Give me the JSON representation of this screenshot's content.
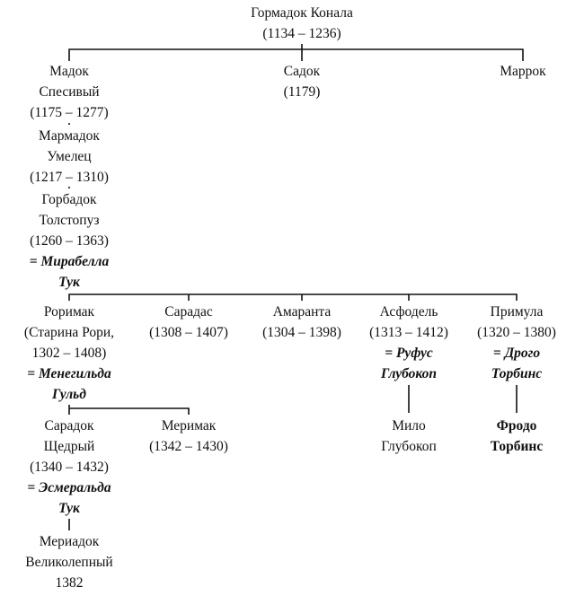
{
  "tree": {
    "root": {
      "name": "Гормадок Конала",
      "dates": "(1134 – 1236)"
    },
    "gen1": [
      {
        "lines": [
          "Мадок",
          "Спесивый",
          "(1175 – 1277)"
        ]
      },
      {
        "lines": [
          "Садок",
          "(1179)"
        ]
      },
      {
        "lines": [
          "Маррок"
        ]
      }
    ],
    "marmadok": {
      "lines": [
        "Мармадок",
        "Умелец",
        "(1217 – 1310)"
      ]
    },
    "gorbadok": {
      "lines": [
        "Горбадок",
        "Толстопуз",
        "(1260 – 1363)"
      ],
      "spouse": [
        "= Мирабелла",
        "Тук"
      ]
    },
    "gen4": [
      {
        "lines": [
          "Роримак",
          "(Старина Рори,",
          "1302 – 1408)"
        ],
        "spouse": [
          "= Менегильда",
          "Гульд"
        ]
      },
      {
        "lines": [
          "Сарадас",
          "(1308 – 1407)"
        ],
        "spouse": []
      },
      {
        "lines": [
          "Амаранта",
          "(1304 – 1398)"
        ],
        "spouse": []
      },
      {
        "lines": [
          "Асфодель",
          "(1313 – 1412)"
        ],
        "spouse": [
          "= Руфус",
          "Глубокоп"
        ]
      },
      {
        "lines": [
          "Примула",
          "(1320 – 1380)"
        ],
        "spouse": [
          "= Дрого",
          "Торбинс"
        ]
      }
    ],
    "gen5": [
      {
        "lines": [
          "Сарадок",
          "Щедрый",
          "(1340 – 1432)"
        ],
        "spouse": [
          "= Эсмеральда",
          "Тук"
        ]
      },
      {
        "lines": [
          "Меримак",
          "(1342 – 1430)"
        ],
        "spouse": []
      },
      {
        "lines": [
          "Мило",
          "Глубокоп"
        ],
        "spouse": []
      },
      {
        "lines": [
          "Фродо",
          "Торбинс"
        ],
        "spouse": []
      }
    ],
    "meriadok": {
      "lines": [
        "Мериадок",
        "Великолепный",
        "1382"
      ]
    }
  }
}
